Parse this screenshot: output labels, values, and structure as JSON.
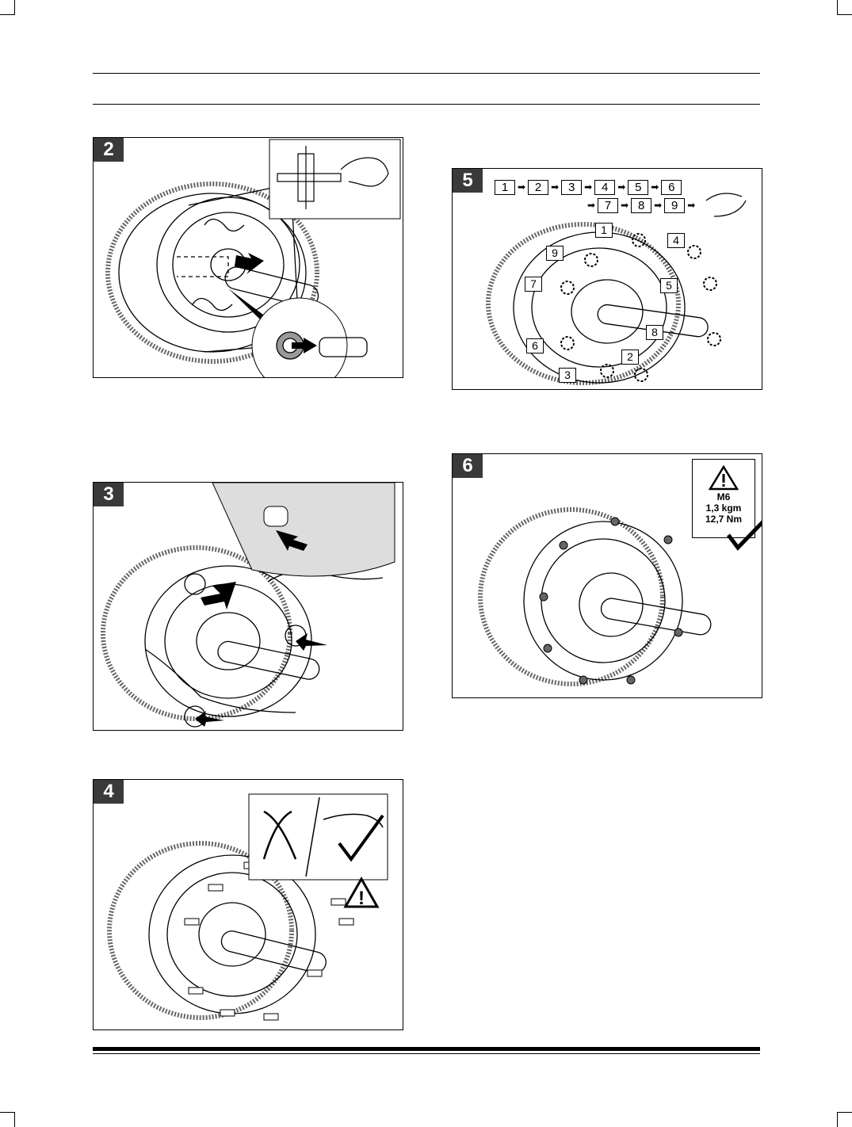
{
  "figures": [
    {
      "number": "2"
    },
    {
      "number": "3"
    },
    {
      "number": "4"
    },
    {
      "number": "5",
      "sequence_row1": [
        "1",
        "2",
        "3",
        "4",
        "5",
        "6"
      ],
      "sequence_row2": [
        "7",
        "8",
        "9"
      ],
      "callouts": [
        "1",
        "2",
        "3",
        "4",
        "5",
        "6",
        "7",
        "8",
        "9"
      ]
    },
    {
      "number": "6",
      "torque": {
        "bolt": "M6",
        "kgm": "1,3 kgm",
        "nm": "12,7 Nm"
      }
    }
  ]
}
